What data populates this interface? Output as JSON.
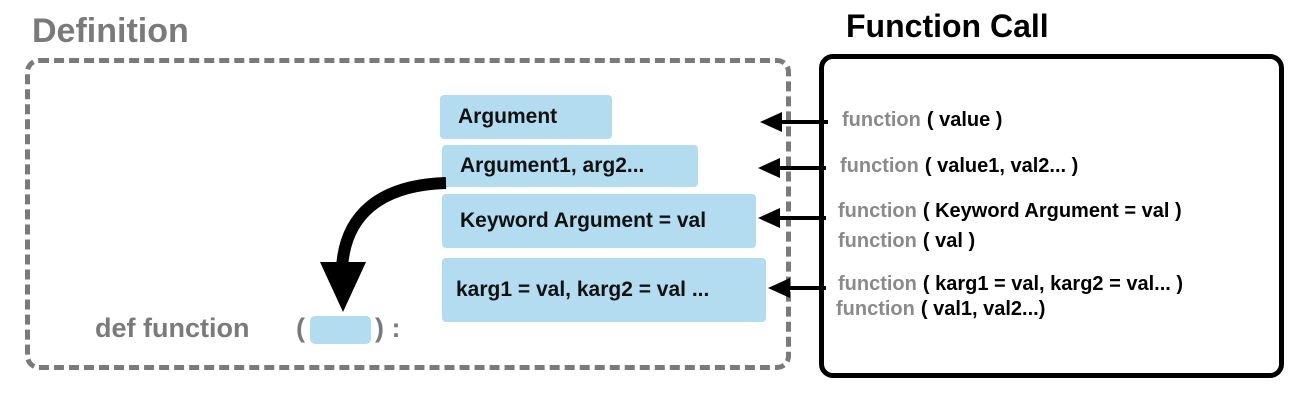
{
  "definition": {
    "title": "Definition",
    "signature_keyword": "def function",
    "signature_open": "(",
    "signature_close": ") :",
    "arguments": [
      "Argument",
      "Argument1, arg2...",
      "Keyword Argument  = val",
      "karg1  = val, karg2  = val ..."
    ]
  },
  "function_call": {
    "title": "Function Call",
    "function_name": "function",
    "calls": [
      "( value )",
      "( value1, val2... )",
      "( Keyword Argument  = val )",
      "( val )",
      "( karg1 = val,  karg2 = val... )",
      "( val1, val2...)"
    ]
  },
  "colors": {
    "argument_fill": "#b3dcf0",
    "definition_gray": "#7a7a7a",
    "function_name_gray": "#8a8a8a",
    "frame_black": "#000000"
  },
  "icons": [
    "left-arrow-icon",
    "curved-arrow-icon"
  ]
}
